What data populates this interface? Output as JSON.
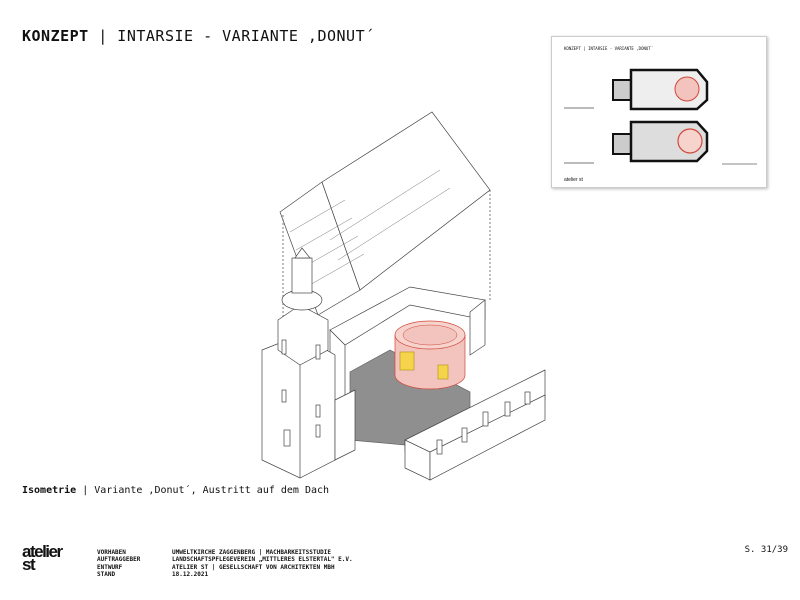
{
  "header": {
    "title_bold": "KONZEPT",
    "title_rest": " | INTARSIE - VARIANTE ‚DONUT´"
  },
  "caption": {
    "bold": "Isometrie",
    "rest": " | Variante ‚Donut´, Austritt auf dem Dach"
  },
  "thumbnail": {
    "title": "KONZEPT | INTARSIE - VARIANTE ‚DONUT´",
    "logo": "atelier st"
  },
  "footer": {
    "logo": "atelier st",
    "labels": [
      "VORHABEN",
      "AUFTRAGGEBER",
      "ENTWURF",
      "STAND"
    ],
    "values": [
      "UMWELTKIRCHE ZAGGENBERG | MACHBARKEITSSTUDIE",
      "LANDSCHAFTSPFLEGEVEREIN „MITTLERES ELSTERTAL\" E.V.",
      "ATELIER ST | GESELLSCHAFT VON ARCHITEKTEN MBH",
      "18.12.2021"
    ],
    "page": "S. 31/39"
  },
  "colors": {
    "floor": "#8f8f8f",
    "donut": "#f3c3bd",
    "donut_stroke": "#d0473a",
    "window_yellow": "#f5d34a",
    "plan_red": "#d0473a"
  }
}
